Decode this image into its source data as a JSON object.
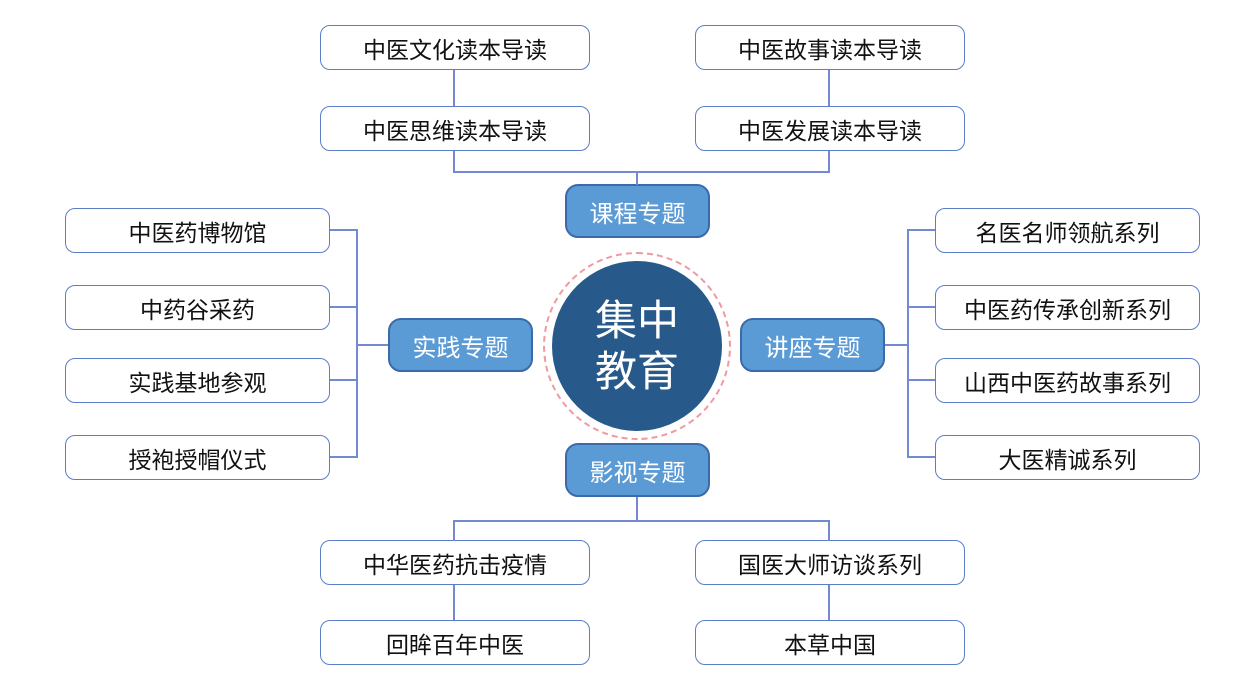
{
  "diagram": {
    "center": {
      "label": "集中教育",
      "lines": [
        "集中",
        "教育"
      ]
    },
    "branches": [
      {
        "id": "top",
        "label": "课程专题",
        "children": [
          "中医文化读本导读",
          "中医思维读本导读",
          "中医故事读本导读",
          "中医发展读本导读"
        ]
      },
      {
        "id": "left",
        "label": "实践专题",
        "children": [
          "中医药博物馆",
          "中药谷采药",
          "实践基地参观",
          "授袍授帽仪式"
        ]
      },
      {
        "id": "right",
        "label": "讲座专题",
        "children": [
          "名医名师领航系列",
          "中医药传承创新系列",
          "山西中医药故事系列",
          "大医精诚系列"
        ]
      },
      {
        "id": "bottom",
        "label": "影视专题",
        "children": [
          "中华医药抗击疫情",
          "回眸百年中医",
          "国医大师访谈系列",
          "本草中国"
        ]
      }
    ],
    "colors": {
      "center_fill": "#27598A",
      "center_ring_dashed": "#F09AA2",
      "branch_fill": "#5B9BD5",
      "branch_border": "#3A6BA8",
      "leaf_border": "#5B7EC6",
      "connector": "#7389D1",
      "leaf_text": "#111111",
      "branch_text": "#FFFFFF",
      "background": "#FFFFFF"
    }
  }
}
